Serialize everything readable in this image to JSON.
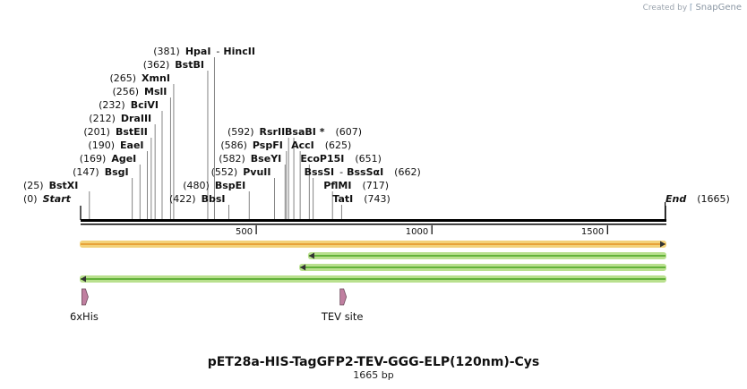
{
  "credit": {
    "prefix": "Created by",
    "brand": "SnapGene"
  },
  "plasmid": {
    "name": "pET28a-HIS-TagGFP2-TEV-GGG-ELP(120nm)-Cys",
    "size_label": "1665 bp",
    "length": 1665
  },
  "ruler": {
    "ticks": [
      500,
      1000,
      1500
    ]
  },
  "sites": [
    {
      "id": "site-start",
      "pos": 0,
      "name": "Start",
      "pos_label": "(0)",
      "row": 0,
      "side": "left",
      "italic": true
    },
    {
      "id": "site-bstxi",
      "pos": 25,
      "name": "BstXI",
      "pos_label": "(25)",
      "row": 1,
      "side": "left"
    },
    {
      "id": "site-bsgi",
      "pos": 147,
      "name": "BsgI",
      "pos_label": "(147)",
      "row": 2,
      "side": "left"
    },
    {
      "id": "site-agei",
      "pos": 169,
      "name": "AgeI",
      "pos_label": "(169)",
      "row": 3,
      "side": "left"
    },
    {
      "id": "site-eaei",
      "pos": 190,
      "name": "EaeI",
      "pos_label": "(190)",
      "row": 4,
      "side": "left"
    },
    {
      "id": "site-bsteii",
      "pos": 201,
      "name": "BstEII",
      "pos_label": "(201)",
      "row": 5,
      "side": "left"
    },
    {
      "id": "site-draiii",
      "pos": 212,
      "name": "DraIII",
      "pos_label": "(212)",
      "row": 6,
      "side": "left"
    },
    {
      "id": "site-bcivi",
      "pos": 232,
      "name": "BciVI",
      "pos_label": "(232)",
      "row": 7,
      "side": "left"
    },
    {
      "id": "site-msli",
      "pos": 256,
      "name": "MslI",
      "pos_label": "(256)",
      "row": 8,
      "side": "left"
    },
    {
      "id": "site-xmni",
      "pos": 265,
      "name": "XmnI",
      "pos_label": "(265)",
      "row": 9,
      "side": "left"
    },
    {
      "id": "site-bstbi",
      "pos": 362,
      "name": "BstBI",
      "pos_label": "(362)",
      "row": 10,
      "side": "left"
    },
    {
      "id": "site-hpai",
      "pos": 381,
      "name": "HpaI",
      "name2": "HincII",
      "pos_label": "(381)",
      "row": 11,
      "side": "left"
    },
    {
      "id": "site-bbsi",
      "pos": 422,
      "name": "BbsI",
      "pos_label": "(422)",
      "row": 0,
      "side": "left"
    },
    {
      "id": "site-bspei",
      "pos": 480,
      "name": "BspEI",
      "pos_label": "(480)",
      "row": 1,
      "side": "left"
    },
    {
      "id": "site-pvuii",
      "pos": 552,
      "name": "PvuII",
      "pos_label": "(552)",
      "row": 2,
      "side": "left"
    },
    {
      "id": "site-bseyi",
      "pos": 582,
      "name": "BseYI",
      "pos_label": "(582)",
      "row": 3,
      "side": "left"
    },
    {
      "id": "site-pspfi",
      "pos": 586,
      "name": "PspFI",
      "pos_label": "(586)",
      "row": 4,
      "side": "left"
    },
    {
      "id": "site-rsrii",
      "pos": 592,
      "name": "RsrII",
      "pos_label": "(592)",
      "row": 5,
      "side": "left"
    },
    {
      "id": "site-bsabi",
      "pos": 607,
      "name": "BsaBI *",
      "pos_label": "(607)",
      "row": 5,
      "side": "right"
    },
    {
      "id": "site-acci",
      "pos": 625,
      "name": "AccI",
      "pos_label": "(625)",
      "row": 4,
      "side": "right"
    },
    {
      "id": "site-ecop15i",
      "pos": 651,
      "name": "EcoP15I",
      "pos_label": "(651)",
      "row": 3,
      "side": "right"
    },
    {
      "id": "site-bsssi",
      "pos": 662,
      "name": "BssSI",
      "name2": "BssSαI",
      "pos_label": "(662)",
      "row": 2,
      "side": "right"
    },
    {
      "id": "site-pflmi",
      "pos": 717,
      "name": "PflMI",
      "pos_label": "(717)",
      "row": 1,
      "side": "right"
    },
    {
      "id": "site-tati",
      "pos": 743,
      "name": "TatI",
      "pos_label": "(743)",
      "row": 0,
      "side": "right"
    },
    {
      "id": "site-end",
      "pos": 1665,
      "name": "End",
      "pos_label": "(1665)",
      "row": 0,
      "side": "right",
      "italic": true
    }
  ],
  "features": [
    {
      "id": "feature-orange",
      "start": 0,
      "end": 1665,
      "dir": "forward",
      "color": "#e8a33a",
      "glow": "#f3d27a"
    },
    {
      "id": "feature-green-1",
      "start": 650,
      "end": 1665,
      "dir": "reverse",
      "color": "#63b23a",
      "glow": "#b9e08e"
    },
    {
      "id": "feature-green-2",
      "start": 625,
      "end": 1665,
      "dir": "reverse",
      "color": "#63b23a",
      "glow": "#b9e08e"
    },
    {
      "id": "feature-green-3",
      "start": 0,
      "end": 1665,
      "dir": "reverse",
      "color": "#63b23a",
      "glow": "#b9e08e"
    }
  ],
  "markers": [
    {
      "id": "marker-6xhis",
      "pos": 10,
      "label": "6xHis",
      "color": "#c07fa0"
    },
    {
      "id": "marker-tev",
      "pos": 745,
      "label": "TEV site",
      "color": "#c07fa0"
    }
  ]
}
